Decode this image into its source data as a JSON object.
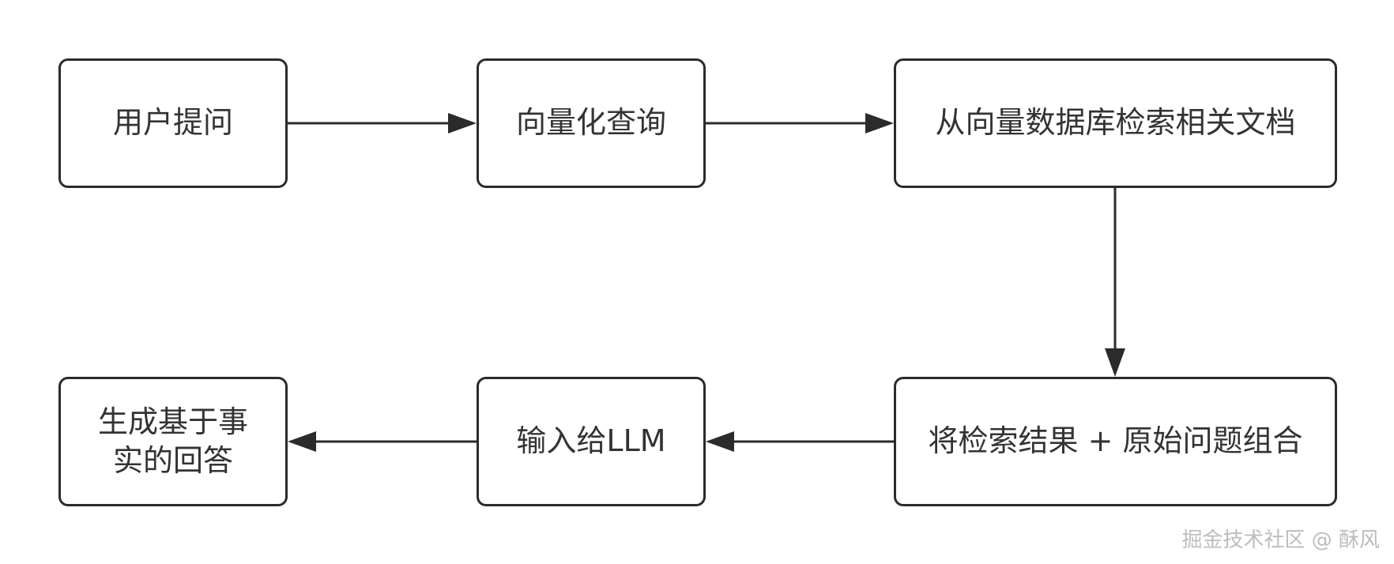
{
  "diagram": {
    "nodes": [
      {
        "id": "b1",
        "label": "用户提问"
      },
      {
        "id": "b2",
        "label": "向量化查询"
      },
      {
        "id": "b3",
        "label": "从向量数据库检索相关文档"
      },
      {
        "id": "b4",
        "label": "将检索结果 + 原始问题组合"
      },
      {
        "id": "b5",
        "label": "输入给LLM"
      },
      {
        "id": "b6",
        "label": "生成基于事实的回答"
      }
    ],
    "edges": [
      {
        "from": "b1",
        "to": "b2"
      },
      {
        "from": "b2",
        "to": "b3"
      },
      {
        "from": "b3",
        "to": "b4"
      },
      {
        "from": "b4",
        "to": "b5"
      },
      {
        "from": "b5",
        "to": "b6"
      }
    ],
    "colors": {
      "stroke": "#2b2b2b",
      "text": "#333333",
      "background": "#ffffff",
      "watermark": "#bdbdbd"
    }
  },
  "watermark": "掘金技术社区 @ 酥风"
}
